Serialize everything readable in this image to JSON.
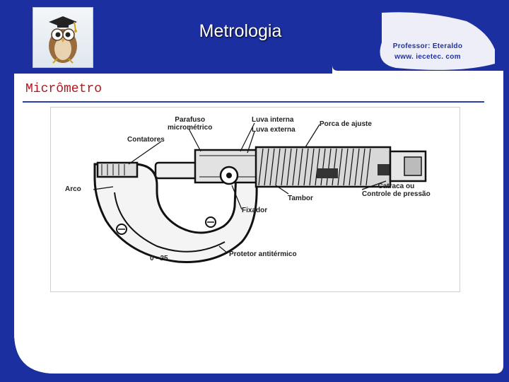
{
  "header": {
    "title": "Metrologia",
    "author_line": "Professor: Eteraldo",
    "site_line": "www. iecetec. com"
  },
  "logo": {
    "icon": "owl-graduate-icon"
  },
  "section": {
    "title": "Micrômetro"
  },
  "figure": {
    "labels": {
      "parafuso": "Parafuso\nmicrométrico",
      "luva_interna": "Luva interna",
      "luva_externa": "Luva externa",
      "porca": "Porca de ajuste",
      "contatores": "Contatores",
      "arco": "Arco",
      "tambor": "Tambor",
      "catraca": "Catraca ou\nControle de pressão",
      "fixador": "Fixador",
      "protetor": "Protetor antitérmico",
      "range": "0 - 25"
    }
  },
  "colors": {
    "frame_blue": "#1c2fa0",
    "title_text": "#ffffff",
    "section_title": "#b3171e",
    "divider": "#2a3ea6"
  }
}
